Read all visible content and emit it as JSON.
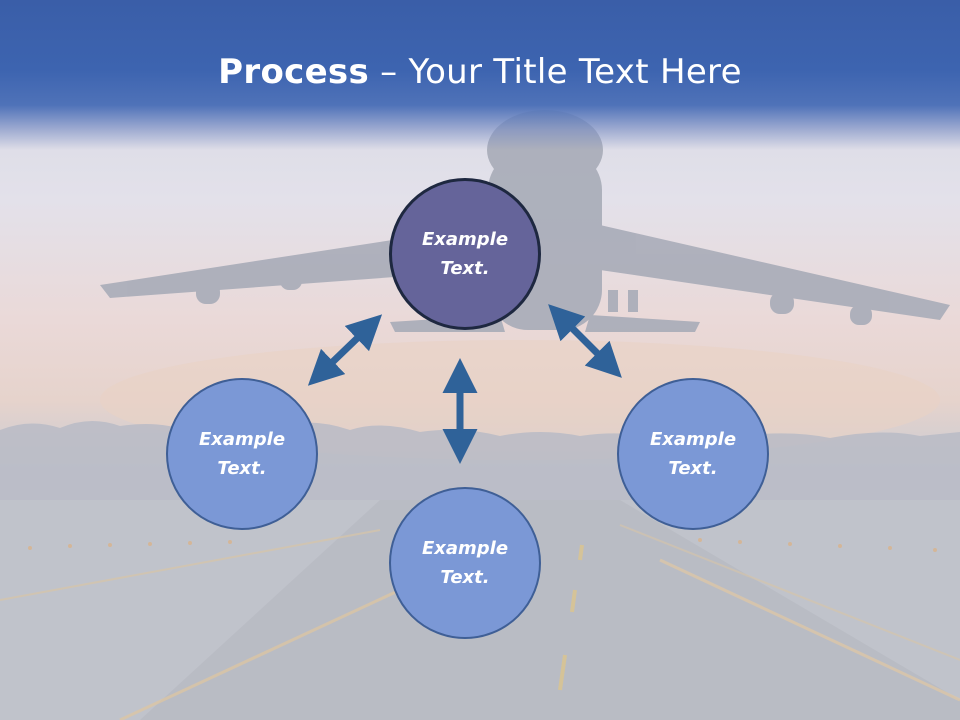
{
  "slide": {
    "title_bold": "Process",
    "title_rest": " – Your Title Text Here"
  },
  "nodes": {
    "top": "Example Text.",
    "left": "Example Text.",
    "right": "Example Text.",
    "bottom": "Example Text."
  },
  "colors": {
    "title_band": "#3d64b0",
    "center_node": "#65649a",
    "side_node": "#7b98d6",
    "arrow": "#2f6299"
  }
}
